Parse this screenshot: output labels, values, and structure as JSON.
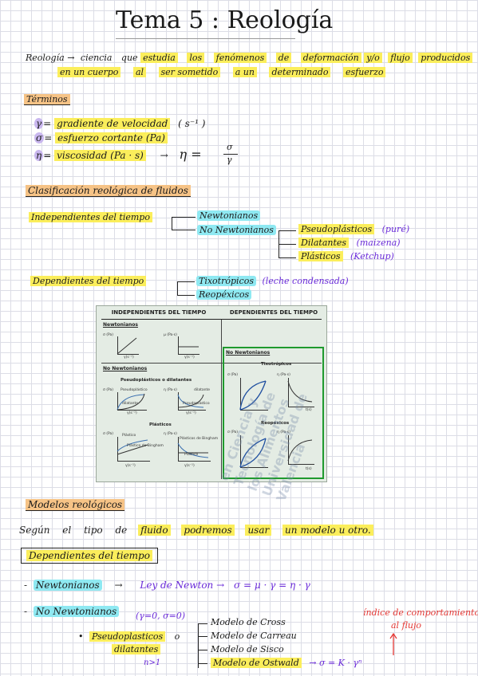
{
  "title": "Tema 5 : Reología",
  "definition": {
    "term": "Reología",
    "arrow": "→",
    "w": [
      "ciencia",
      "que",
      "estudia",
      "los",
      "fenómenos",
      "de",
      "deformación",
      "y/o",
      "flujo",
      "producidos"
    ],
    "w2": [
      "en un cuerpo",
      "al",
      "ser sometido",
      "a un",
      "determinado",
      "esfuerzo"
    ]
  },
  "terminos": {
    "heading": "Términos",
    "items": [
      {
        "symbol": "γ",
        "eq": "=",
        "text": "gradiente de velocidad",
        "unit": "( s⁻¹ )"
      },
      {
        "symbol": "σ",
        "eq": "=",
        "text": "esfuerzo cortante (Pa)",
        "unit": ""
      },
      {
        "symbol": "η",
        "eq": "=",
        "text": "viscosidad (Pa · s)",
        "unit": ""
      }
    ],
    "arrow": "→",
    "formula_lhs": "η =",
    "formula_num": "σ",
    "formula_den": "γ"
  },
  "clasificacion": {
    "heading": "Clasificación reológica de fluidos",
    "independientes": "Independientes del tiempo",
    "newtonianos": "Newtonianos",
    "no_newtonianos": "No Newtonianos",
    "sub": [
      {
        "name": "Pseudoplásticos",
        "example": "(puré)"
      },
      {
        "name": "Dilatantes",
        "example": "(maizena)"
      },
      {
        "name": "Plásticos",
        "example": "(Ketchup)"
      }
    ],
    "dependientes": "Dependientes del tiempo",
    "tixo": "Tixotrópicos",
    "tixo_ex": "(leche condensada)",
    "reo": "Reopéxicos"
  },
  "figure": {
    "hdr_left": "INDEPENDIENTES DEL TIEMPO",
    "hdr_right": "DEPENDIENTES DEL TIEMPO",
    "newtonianos": "Newtonianos",
    "no_newtonianos_l": "No Newtonianos",
    "no_newtonianos_r": "No Newtonianos",
    "pseudo": "Pseudoplásticos o dilatantes",
    "plasticos": "Plásticos",
    "tixo": "Tixotrópicos",
    "reo": "Reopéxicos",
    "sigma": "σ (Pa)",
    "mu": "μ (Pa·s)",
    "eta": "η (Pa·s)",
    "gamma": "γ(s⁻¹)",
    "t": "t(s)",
    "pseudoplastico": "Pseudoplástico",
    "dilatante": "dilatante",
    "plastico": "Plástico",
    "plastico_bingham": "Plástico de Bingham",
    "plasticos_b": "Plásticos de Bingham",
    "watermark": "en Ciencia y Tecnología de los Alimentos Universidad de Valencia"
  },
  "modelos": {
    "heading": "Modelos reológicos",
    "intro": [
      "Según",
      "el",
      "tipo",
      "de",
      "fluido",
      "podremos",
      "usar",
      "un modelo u otro."
    ],
    "box": "Dependientes del tiempo",
    "newt_dash": "-",
    "newt_label": "Newtonianos",
    "newt_arrow": "→",
    "newt_law": "Ley de Newton →",
    "newt_formula": "σ = μ · γ = η · γ",
    "nonewt_dash": "-",
    "nonewt_label": "No Newtonianos",
    "bullet": "•",
    "pseudo": "Pseudoplasticos",
    "o": "o",
    "dil": "dilatantes",
    "cond": "(γ=0, σ=0)",
    "n": "n>1",
    "models": [
      "Modelo de Cross",
      "Modelo de Carreau",
      "Modelo de Sisco",
      "Modelo de Ostwald"
    ],
    "ostwald_formula": "→ σ = K · γⁿ",
    "note_l1": "índice de comportamiento",
    "note_l2": "al flujo"
  }
}
